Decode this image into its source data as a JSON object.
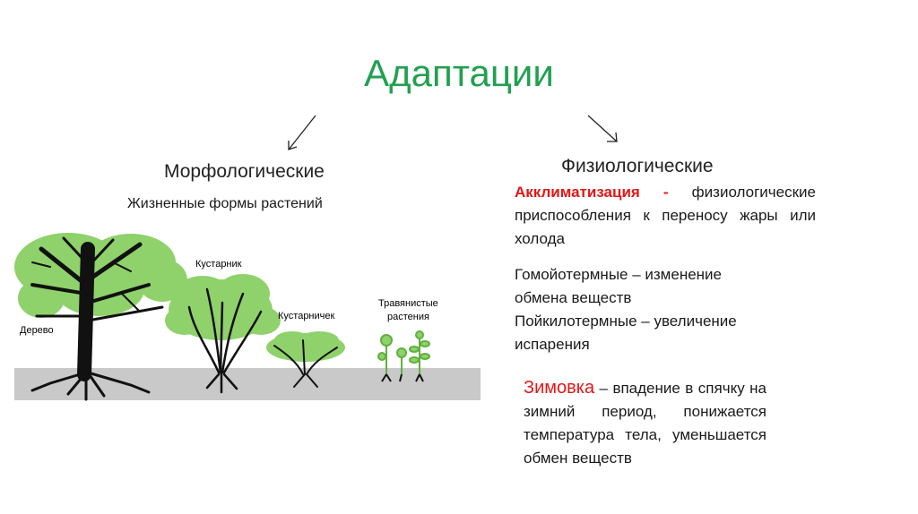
{
  "title": "Адаптации",
  "left": {
    "heading": "Морфологические",
    "subheading": "Жизненные формы растений",
    "labels": {
      "tree": "Дерево",
      "shrub": "Кустарник",
      "subshrub": "Кустарничек",
      "herbs_line1": "Травянистые",
      "herbs_line2": "растения"
    }
  },
  "right": {
    "heading": "Физиологические",
    "accl_term": "Акклиматизация -",
    "accl_text": " физиологические приспособления к переносу жары или холода",
    "homeo": "Гомойотермные – изменение обмена веществ",
    "poikilo": "Пойкилотермные – увеличение испарения",
    "winter_term": "Зимовка",
    "winter_text": " – впадение в спячку на зимний период, понижается температура тела, уменьшается обмен веществ"
  },
  "colors": {
    "title": "#21a050",
    "accent": "#e21616",
    "foliage": "#8fd16b",
    "ground": "#c9c9c9"
  }
}
